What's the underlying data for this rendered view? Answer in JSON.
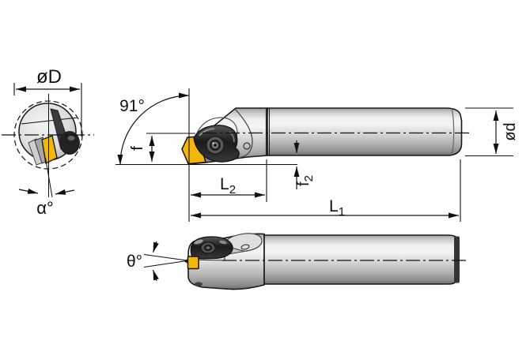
{
  "drawing": {
    "type": "technical-dimension-drawing",
    "subject": "boring bar with screw-clamped triangular insert, three views"
  },
  "labels": {
    "outer_diameter": "øD",
    "lead_angle": "91°",
    "functional_height": "f",
    "functional_length_base": "L",
    "functional_length_sub": "2",
    "overall_length_base": "L",
    "overall_length_sub": "1",
    "tip_height_base": "f",
    "tip_height_sub": "2",
    "shank_diameter": "ød",
    "alpha_angle": "α°",
    "theta_angle": "θ°"
  },
  "colors": {
    "background": "#ffffff",
    "line": "#111111",
    "insert": "#f3b60a",
    "clamp_dark": "#2b2b2b",
    "steel_light": "#f2f2f2",
    "steel_mid": "#c9c9c9",
    "steel_dark": "#7d7d7d"
  }
}
